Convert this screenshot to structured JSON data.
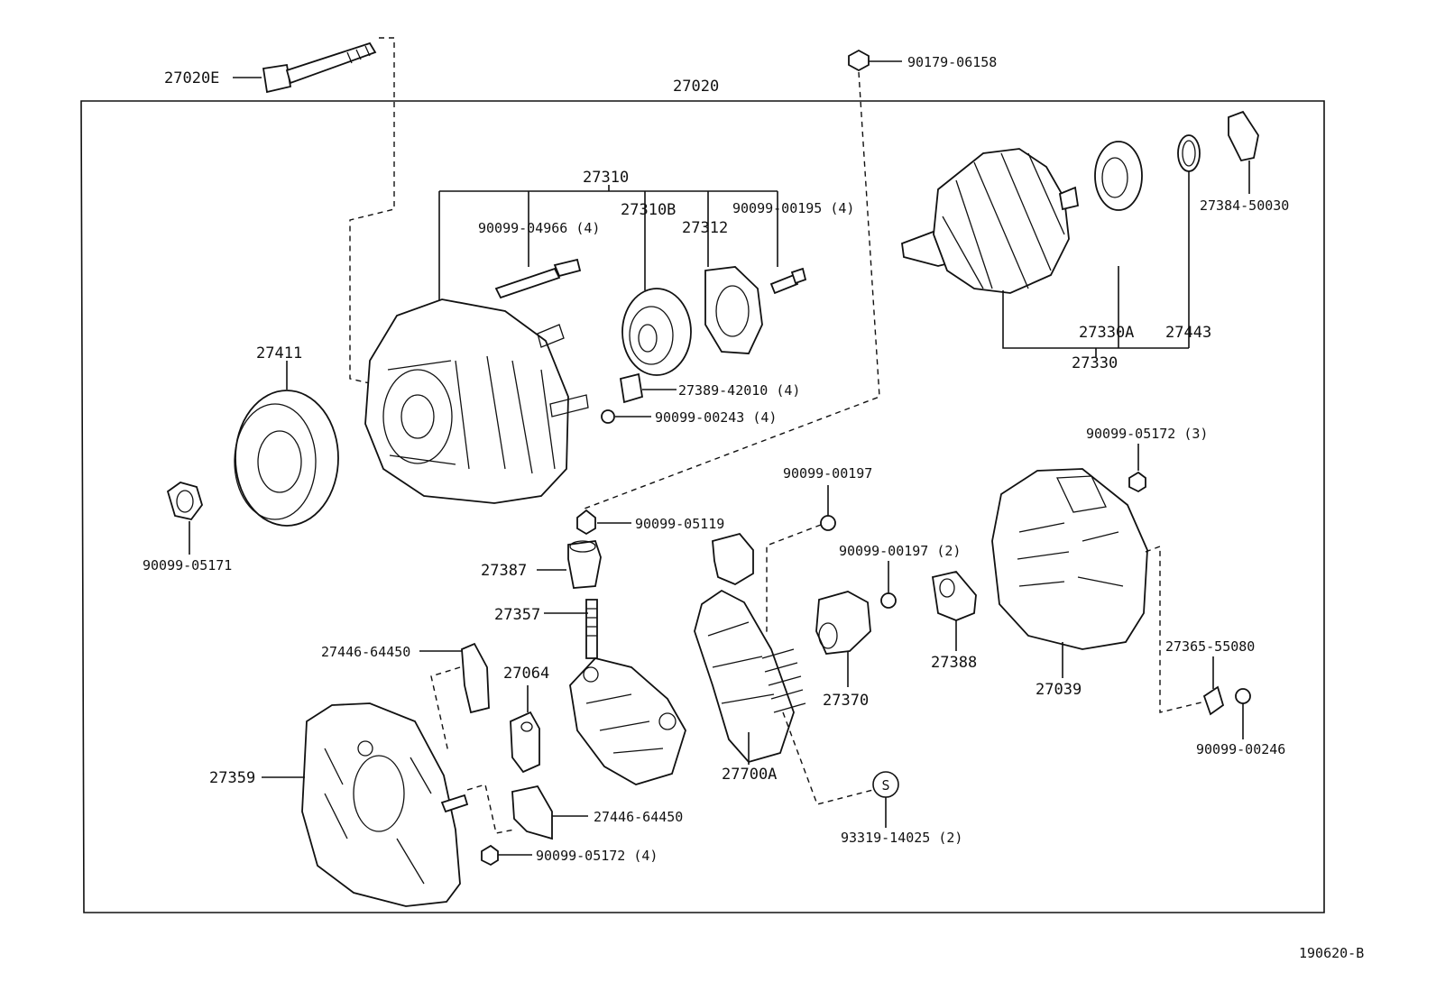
{
  "labels": {
    "p27020E": "27020E",
    "p27020": "27020",
    "p90179": "90179-06158",
    "p27310": "27310",
    "p90099_04966": "90099-04966 (4)",
    "p27310B": "27310B",
    "p27312": "27312",
    "p90099_00195": "90099-00195 (4)",
    "p27384": "27384-50030",
    "p27330A": "27330A",
    "p27443": "27443",
    "p27330": "27330",
    "p27411": "27411",
    "p27389": "27389-42010 (4)",
    "p90099_00243": "90099-00243 (4)",
    "p90099_05172_3": "90099-05172 (3)",
    "p90099_05171": "90099-05171",
    "p90099_00197": "90099-00197",
    "p90099_05119": "90099-05119",
    "p90099_00197_2": "90099-00197 (2)",
    "p27387": "27387",
    "p27357": "27357",
    "p27446_top": "27446-64450",
    "p27064": "27064",
    "p27370": "27370",
    "p27388": "27388",
    "p27039": "27039",
    "p27365": "27365-55080",
    "p90099_00246": "90099-00246",
    "p27359": "27359",
    "p27700A": "27700A",
    "p27446_bot": "27446-64450",
    "p90099_05172_4": "90099-05172 (4)",
    "sMark": "S",
    "p93319": "93319-14025 (2)",
    "diagramId": "190620-B"
  }
}
